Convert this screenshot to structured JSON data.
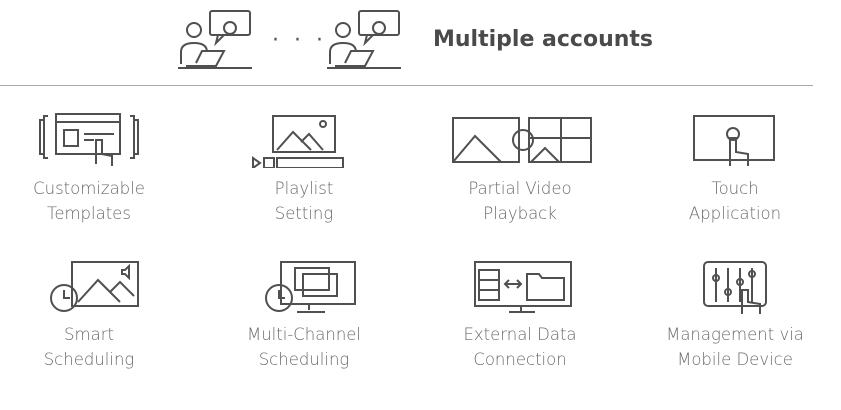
{
  "header": {
    "separator": "· · ·",
    "title": "Multiple accounts"
  },
  "features": [
    {
      "line1": "Customizable",
      "line2": "Templates",
      "icon": "template-touch-icon"
    },
    {
      "line1": "Playlist",
      "line2": "Setting",
      "icon": "playlist-icon"
    },
    {
      "line1": "Partial Video",
      "line2": "Playback",
      "icon": "partial-video-icon"
    },
    {
      "line1": "Touch",
      "line2": "Application",
      "icon": "touch-screen-icon"
    },
    {
      "line1": "Smart",
      "line2": "Scheduling",
      "icon": "smart-schedule-icon"
    },
    {
      "line1": "Multi-Channel",
      "line2": "Scheduling",
      "icon": "multi-channel-icon"
    },
    {
      "line1": "External Data",
      "line2": "Connection",
      "icon": "external-data-icon"
    },
    {
      "line1": "Management via",
      "line2": "Mobile Device",
      "icon": "mobile-management-icon"
    }
  ]
}
